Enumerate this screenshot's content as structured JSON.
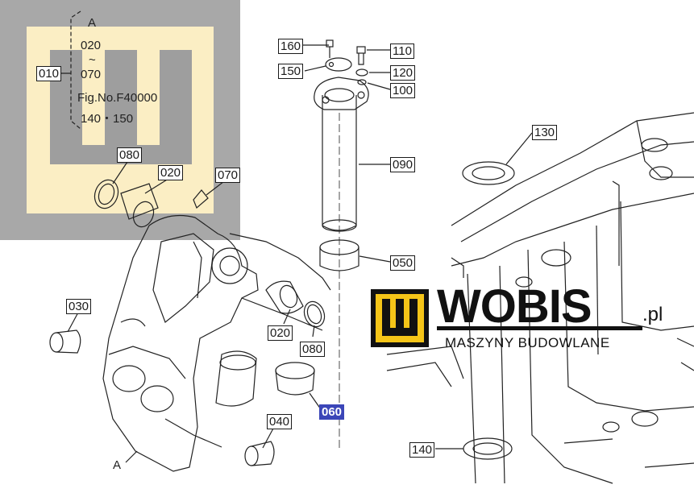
{
  "reference": {
    "marker": "A",
    "range_start": "020",
    "range_sep": "~",
    "range_end": "070",
    "fig": "Fig.No.F40000",
    "fig_items": "140・150",
    "group_label": "010"
  },
  "callouts": {
    "c160": "160",
    "c150": "150",
    "c110": "110",
    "c120": "120",
    "c100": "100",
    "c090": "090",
    "c050": "050",
    "c130": "130",
    "c140": "140",
    "c080a": "080",
    "c020a": "020",
    "c070": "070",
    "c030": "030",
    "c020b": "020",
    "c080b": "080",
    "c060": "060",
    "c040": "040"
  },
  "marker_bottom": "A",
  "watermark": {
    "brand": "WOBIS",
    "tld": ".pl",
    "tagline": "MASZYNY BUDOWLANE",
    "colors": {
      "box": "#111111",
      "gold": "#f5c518",
      "panel": "#9a9a9a",
      "cream": "#fbeec4"
    }
  },
  "colors": {
    "line": "#222222",
    "highlight": "#3b46b8"
  }
}
